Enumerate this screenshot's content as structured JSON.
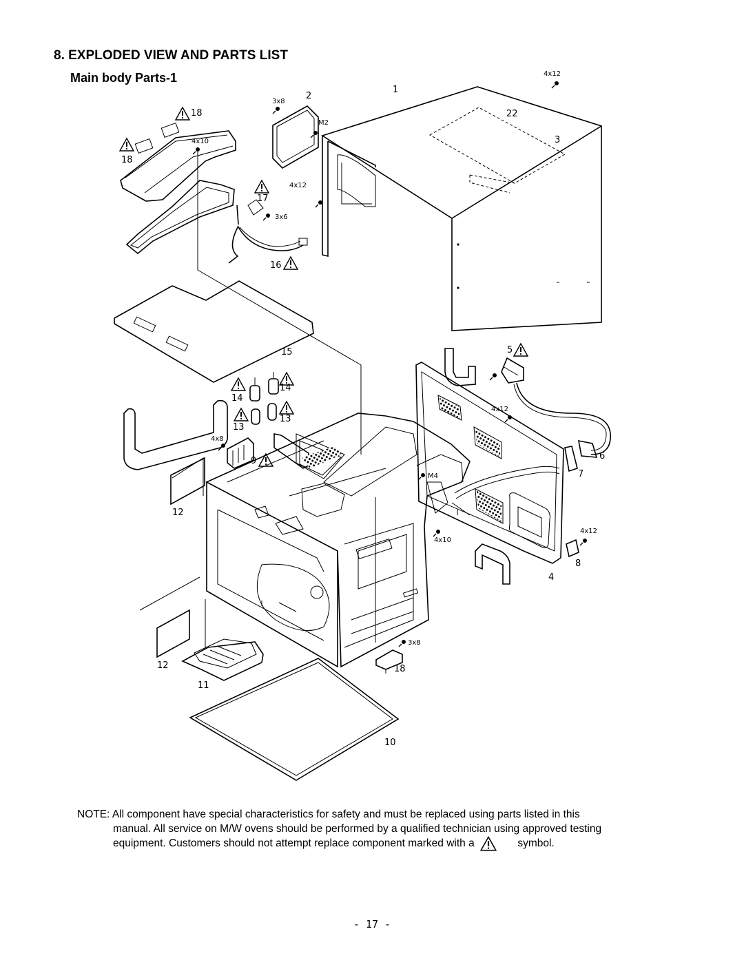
{
  "header": {
    "title": "8. EXPLODED VIEW AND PARTS LIST",
    "subtitle": "Main body Parts-1"
  },
  "callouts": {
    "p1": "1",
    "p2": "2",
    "p3": "3",
    "p4": "4",
    "p5": "5",
    "p6": "6",
    "p7": "7",
    "p8": "8",
    "p9": "9",
    "p10": "10",
    "p11": "11",
    "p12a": "12",
    "p12b": "12",
    "p13a": "13",
    "p13b": "13",
    "p14a": "14",
    "p14b": "14",
    "p15": "15",
    "p16": "16",
    "p17": "17",
    "p18a": "18",
    "p18b": "18",
    "p18c": "18",
    "p22": "22"
  },
  "screws": {
    "s_4x12_top": "4x12",
    "s_3x8_top": "3x8",
    "s_m2": "M2",
    "s_4x10_top": "4x10",
    "s_4x12_mid": "4x12",
    "s_3x6": "3x6",
    "s_4x8": "4x8",
    "s_4x12_back": "4x12",
    "s_m4": "M4",
    "s_4x10_low": "4x10",
    "s_4x12_low": "4x12",
    "s_3x8_low": "3x8"
  },
  "note": {
    "line1": "NOTE: All component  have special characteristics for safety and must be replaced using parts listed in this",
    "line2": "manual. All service on M/W ovens should be performed by a qualified technician using approved testing",
    "line3a": "equipment. Customers should not attempt replace component marked with a",
    "line3b": "symbol."
  },
  "page_number": "- 17 -",
  "icons": {
    "warning": "warning-triangle-icon"
  }
}
